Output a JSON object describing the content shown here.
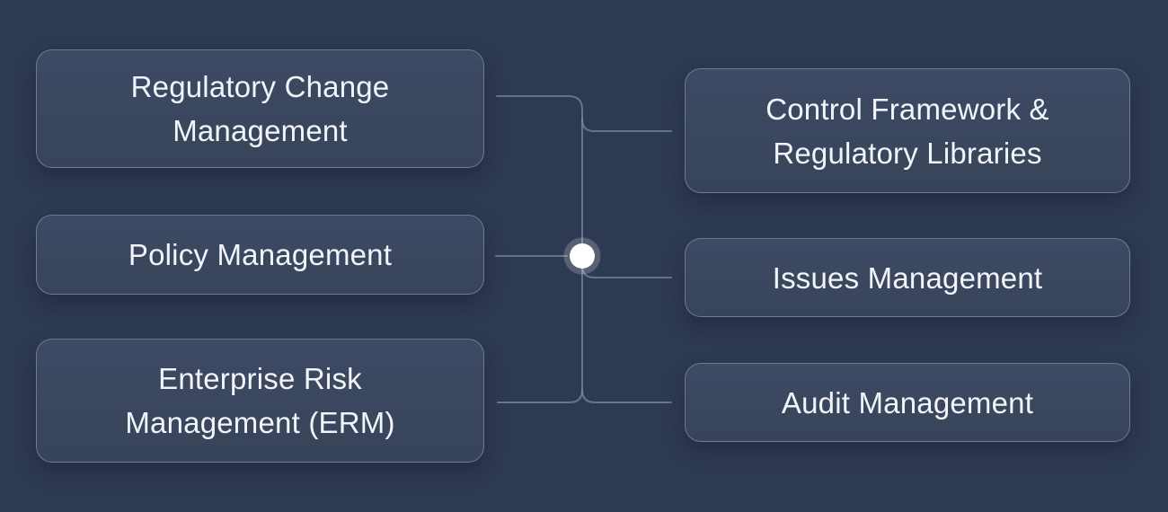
{
  "diagram": {
    "type": "mindmap",
    "colors": {
      "background": "#2e3a51",
      "node_fill": "#3b475f",
      "node_border": "#96a5c0",
      "connector": "#7e8ca4",
      "text": "#f1f4f9",
      "hub_fill": "#ffffff"
    },
    "hub": {
      "shape": "circle"
    },
    "left_nodes": [
      {
        "id": "regulatory-change-management",
        "lines": [
          "Regulatory Change",
          "Management"
        ]
      },
      {
        "id": "policy-management",
        "lines": [
          "Policy Management"
        ]
      },
      {
        "id": "enterprise-risk-management",
        "lines": [
          "Enterprise Risk",
          "Management (ERM)"
        ]
      }
    ],
    "right_nodes": [
      {
        "id": "control-framework-regulatory-libraries",
        "lines": [
          "Control Framework &",
          "Regulatory Libraries"
        ]
      },
      {
        "id": "issues-management",
        "lines": [
          "Issues Management"
        ]
      },
      {
        "id": "audit-management",
        "lines": [
          "Audit Management"
        ]
      }
    ]
  }
}
